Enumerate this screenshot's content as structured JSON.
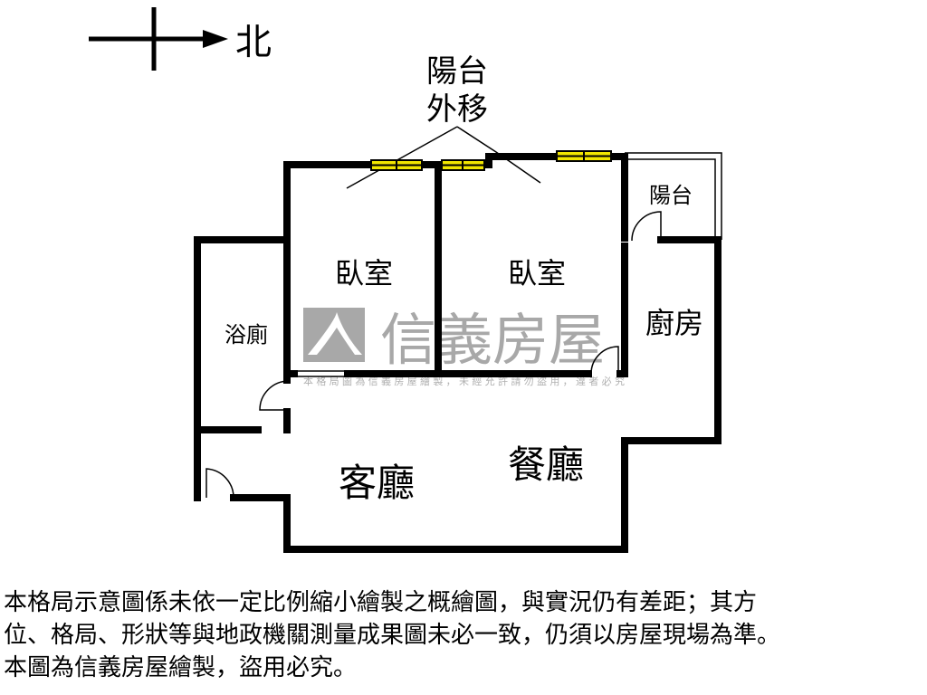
{
  "compass": {
    "north_label": "北"
  },
  "annotation": {
    "line1": "陽台",
    "line2": "外移"
  },
  "rooms": {
    "bedroom_left": "臥室",
    "bedroom_right": "臥室",
    "balcony": "陽台",
    "bathroom": "浴廁",
    "kitchen": "廚房",
    "living_room": "客廳",
    "dining_room": "餐廳"
  },
  "watermark": {
    "brand": "信義房屋",
    "notice": "本格局圖為信義房屋繪製，未經允許請勿盜用，違者必究"
  },
  "disclaimer": {
    "line1": "本格局示意圖係未依一定比例縮小繪製之概繪圖，與實況仍有差距；其方",
    "line2": "位、格局、形狀等與地政機關測量成果圖未必一致，仍須以房屋現場為準。",
    "line3": "本圖為信義房屋繪製，盜用必究。"
  },
  "colors": {
    "wall": "#000000",
    "window": "#f2e600",
    "watermark": "#a8a8a8"
  }
}
